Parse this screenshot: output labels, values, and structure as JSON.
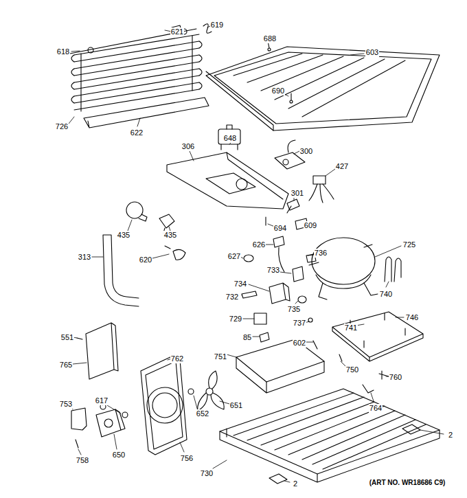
{
  "diagram": {
    "labels": [
      "621",
      "619",
      "618",
      "688",
      "603",
      "690",
      "726",
      "622",
      "306",
      "648",
      "300",
      "427",
      "301",
      "435",
      "435",
      "694",
      "609",
      "626",
      "725",
      "736",
      "313",
      "620",
      "627",
      "733",
      "734",
      "740",
      "732",
      "735",
      "737",
      "729",
      "746",
      "741",
      "551",
      "85",
      "602",
      "751",
      "765",
      "762",
      "750",
      "760",
      "617",
      "651",
      "652",
      "753",
      "764",
      "2",
      "756",
      "650",
      "758",
      "730",
      "2",
      "(ART NO. WR18686 C9)"
    ]
  }
}
